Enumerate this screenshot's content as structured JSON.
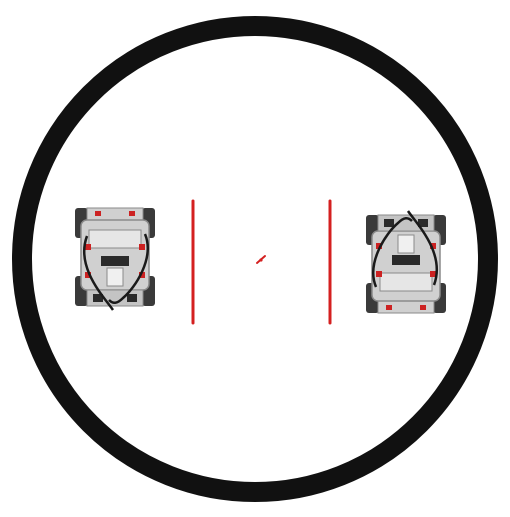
{
  "arena": {
    "ring_color": "#111111",
    "background_color": "#ffffff"
  },
  "start_lines": {
    "color": "#d42020",
    "count": 2
  },
  "center_mark": {
    "color": "#d42020"
  },
  "robots": [
    {
      "name": "robot-left",
      "facing": "up"
    },
    {
      "name": "robot-right",
      "facing": "down"
    }
  ],
  "robot_colors": {
    "body": "#d0d0d0",
    "frame": "#8a8a8a",
    "dark": "#2a2a2a",
    "wheel": "#3a3a3a",
    "accent": "#cc2222",
    "cable": "#1a1a1a"
  }
}
